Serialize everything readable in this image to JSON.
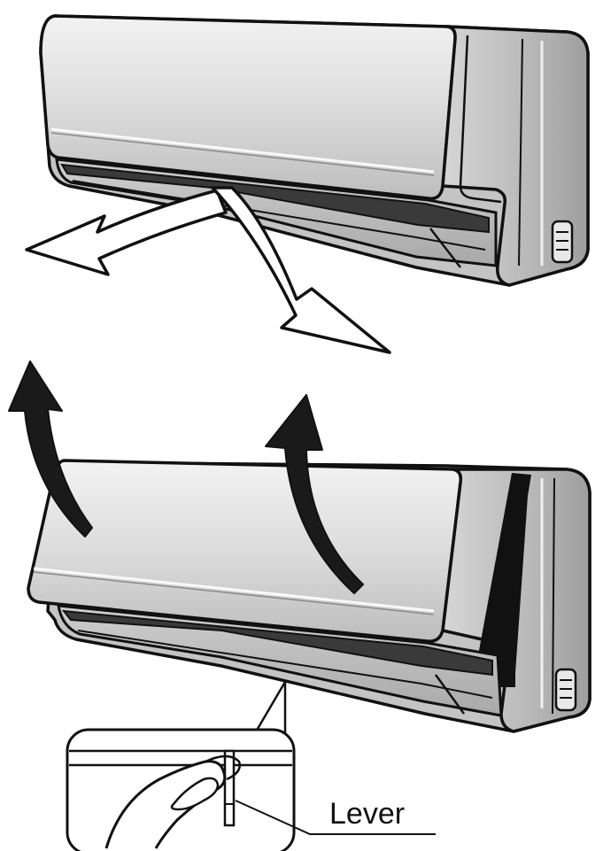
{
  "illustration": {
    "callout_label": "Lever",
    "colors": {
      "outline": "#111111",
      "panel_light": "#e6e6e6",
      "panel_mid": "#c8c8c8",
      "panel_dark": "#9a9a9a",
      "vent_dark": "#333333",
      "arrow_fill": "#1a1a1a",
      "airflow_arrow_fill": "#ffffff"
    },
    "figures": [
      {
        "id": "unit-airflow",
        "shows": "airflow-arrows"
      },
      {
        "id": "unit-opening-panel",
        "shows": "lift-arrows"
      }
    ]
  }
}
